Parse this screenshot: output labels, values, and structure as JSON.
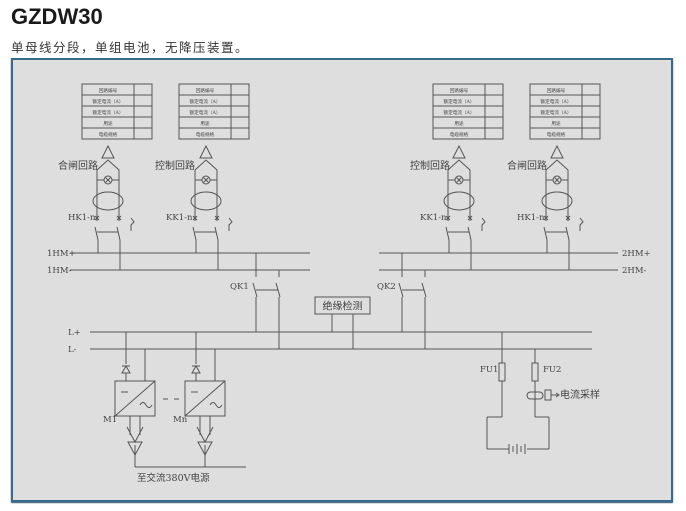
{
  "header": {
    "title": "GZDW30",
    "subtitle": "单母线分段，单组电池，无降压装置。"
  },
  "table_rows": [
    "回路编号",
    "额定电流（A）",
    "额定电流（A）",
    "用途",
    "电缆规格"
  ],
  "circuits": [
    {
      "label": "合闸回路",
      "switch": "HK1-n"
    },
    {
      "label": "控制回路",
      "switch": "KK1-n"
    },
    {
      "label": "控制回路",
      "switch": "KK1-n"
    },
    {
      "label": "合闸回路",
      "switch": "HK1-n"
    }
  ],
  "buses": {
    "left_plus": "1HM+",
    "left_minus": "1HM-",
    "right_plus": "2HM+",
    "right_minus": "2HM-",
    "main_plus": "L+",
    "main_minus": "L-"
  },
  "switches": {
    "qk1": "QK1",
    "qk2": "QK2"
  },
  "insulation_monitor": "绝缘检测",
  "modules": {
    "m1": "M1",
    "mn": "Mn",
    "ac_source": "至交流380V电源"
  },
  "fuses": {
    "fu1": "FU1",
    "fu2": "FU2"
  },
  "current_sampling": "电流采样",
  "colors": {
    "frame_border": "#3a6a8a",
    "frame_fill": "#dedede",
    "line": "#555555"
  }
}
